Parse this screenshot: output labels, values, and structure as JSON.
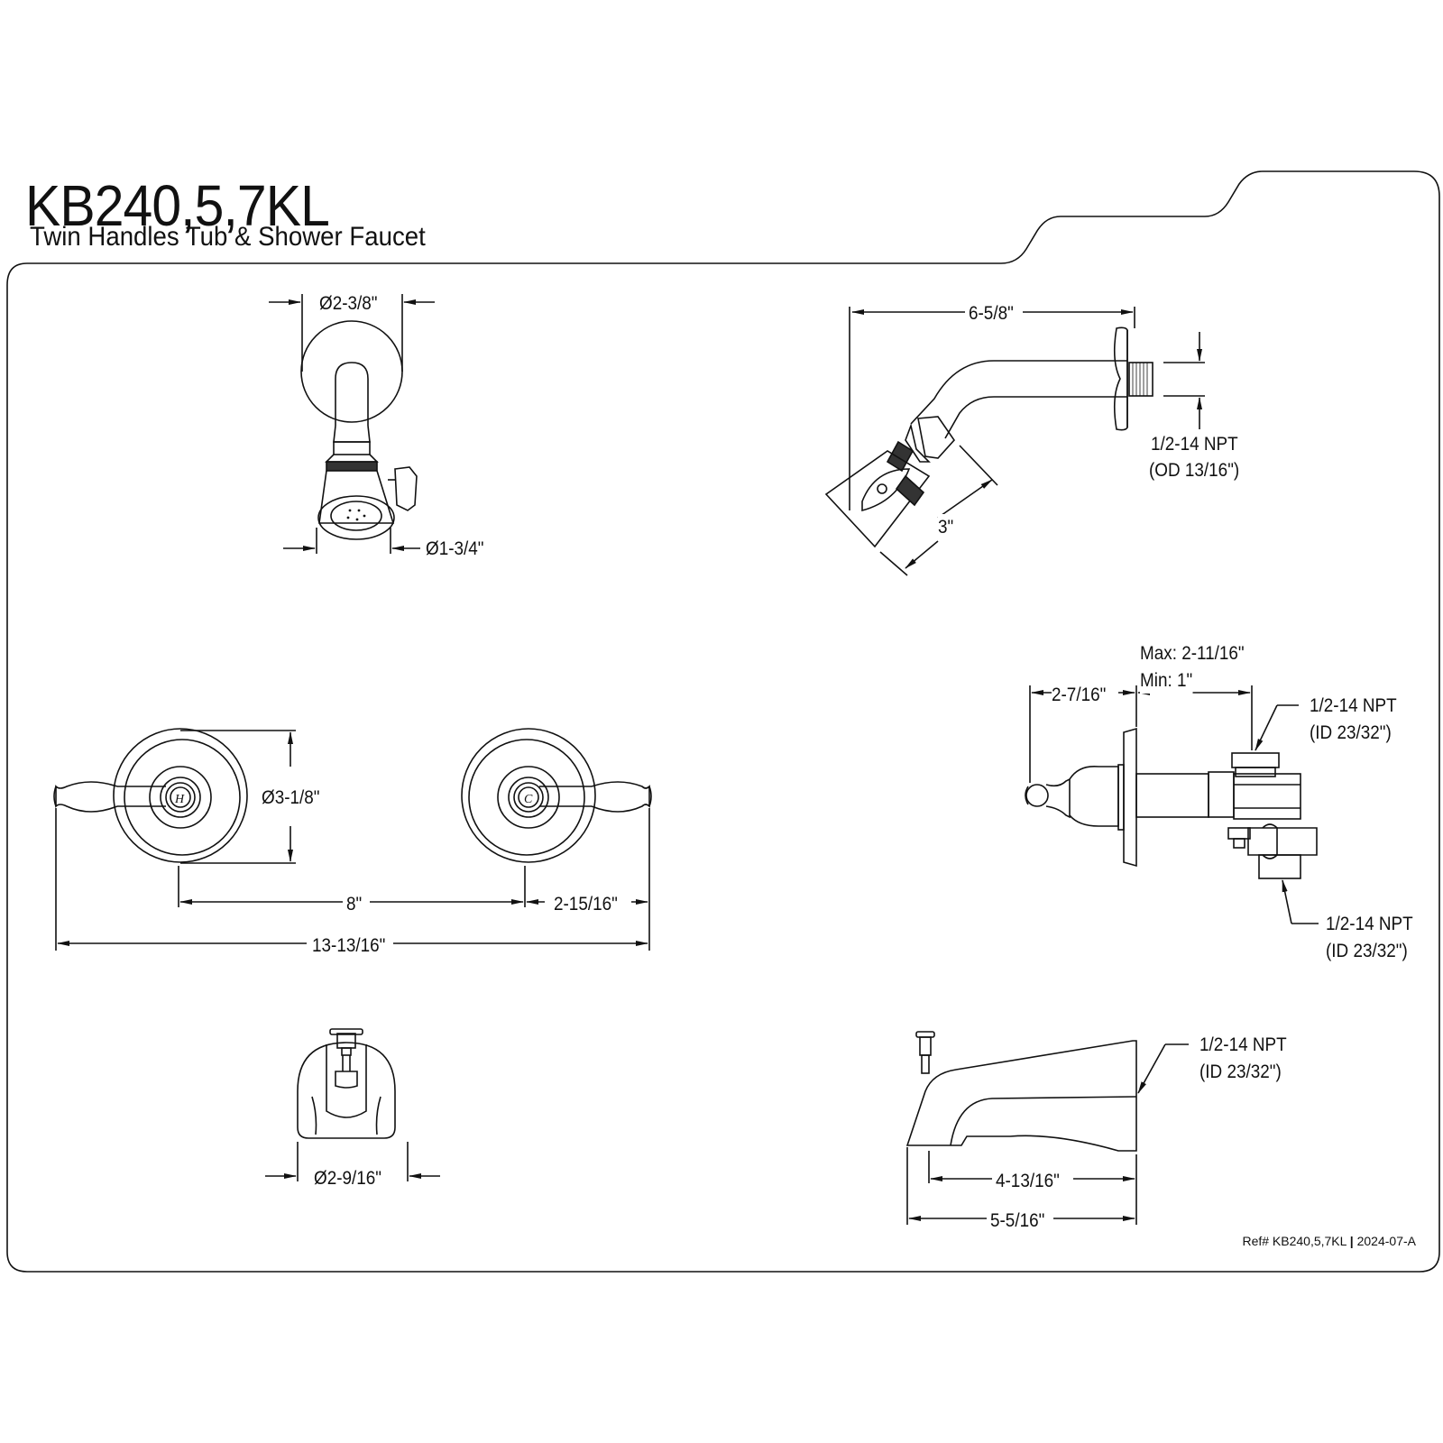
{
  "header": {
    "model": "KB240,5,7KL",
    "description": "Twin Handles Tub & Shower Faucet"
  },
  "views": {
    "showerhead_front": {
      "flange_diameter": "Ø2-3/8\"",
      "head_diameter": "Ø1-3/4\""
    },
    "shower_arm_side": {
      "arm_length": "6-5/8\"",
      "head_length": "3\"",
      "connection_line1": "1/2-14 NPT",
      "connection_line2": "(OD 13/16\")"
    },
    "handles_front": {
      "escutcheon_diameter": "Ø3-1/8\"",
      "center_spacing": "8\"",
      "handle_reach": "2-15/16\"",
      "overall_width": "13-13/16\"",
      "hot_mark": "H",
      "cold_mark": "C"
    },
    "valve_side": {
      "handle_projection": "2-7/16\"",
      "depth_max": "Max: 2-11/16\"",
      "depth_min": "Min: 1\"",
      "top_port_line1": "1/2-14 NPT",
      "top_port_line2": "(ID 23/32\")",
      "bottom_port_line1": "1/2-14 NPT",
      "bottom_port_line2": "(ID 23/32\")"
    },
    "tub_spout_front": {
      "diameter": "Ø2-9/16\""
    },
    "tub_spout_side": {
      "connection_line1": "1/2-14 NPT",
      "connection_line2": "(ID 23/32\")",
      "reach_short": "4-13/16\"",
      "reach_overall": "5-5/16\""
    }
  },
  "footer": {
    "ref": "Ref# KB240,5,7KL",
    "revision": "2024-07-A"
  }
}
